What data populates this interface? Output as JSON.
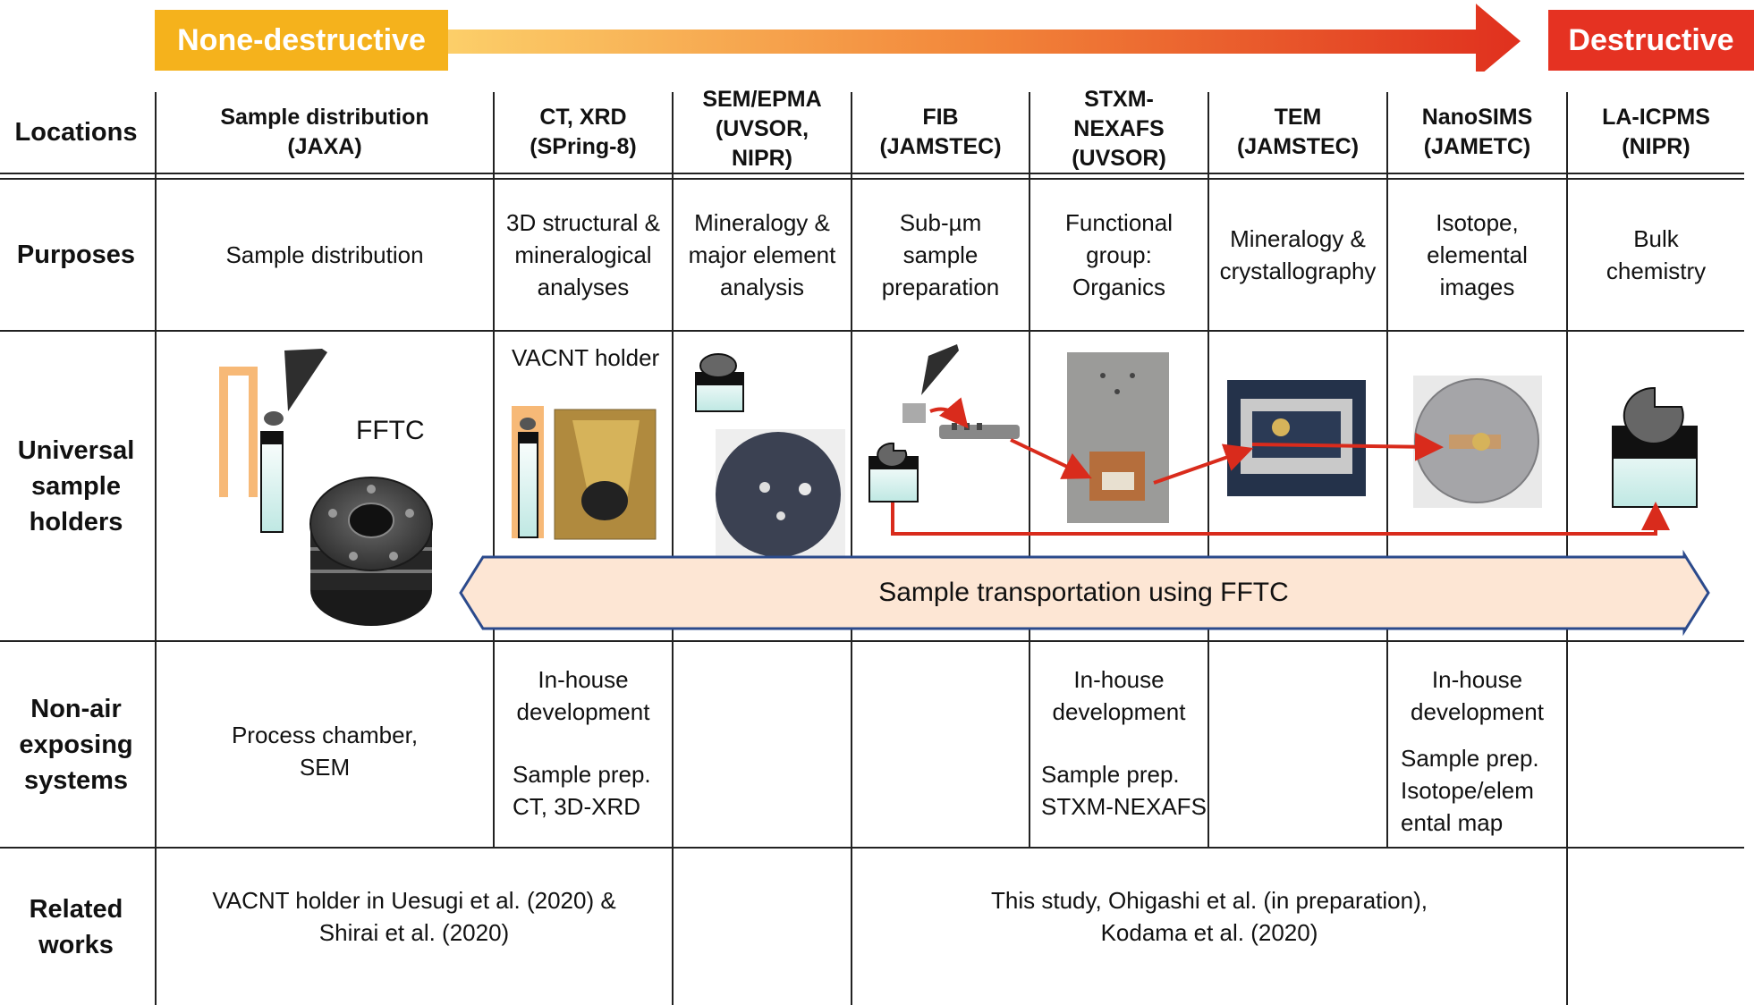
{
  "header": {
    "left_label": "None-destructive",
    "right_label": "Destructive"
  },
  "row_labels": {
    "locations": "Locations",
    "purposes": "Purposes",
    "holders": "Universal\nsample\nholders",
    "nonair": "Non-air\nexposing\nsystems",
    "related": "Related\nworks"
  },
  "locations": [
    "Sample distribution\n(JAXA)",
    "CT, XRD\n(SPring-8)",
    "SEM/EPMA\n(UVSOR,\nNIPR)",
    "FIB\n(JAMSTEC)",
    "STXM-\nNEXAFS\n(UVSOR)",
    "TEM\n(JAMSTEC)",
    "NanoSIMS\n(JAMETC)",
    "LA-ICPMS\n(NIPR)"
  ],
  "purposes": [
    "Sample distribution",
    "3D structural &\nmineralogical\nanalyses",
    "Mineralogy &\nmajor element\nanalysis",
    "Sub-µm\nsample\npreparation",
    "Functional\ngroup:\nOrganics",
    "Mineralogy &\ncrystallography",
    "Isotope,\nelemental\nimages",
    "Bulk\nchemistry"
  ],
  "holders": {
    "fftc_label": "FFTC",
    "vacnt_label": "VACNT holder",
    "transport_label": "Sample transportation using FFTC"
  },
  "nonair": {
    "jaxa": "Process chamber,\nSEM",
    "spring8_top": "In-house\ndevelopment",
    "spring8_bottom": "Sample prep.\nCT, 3D-XRD",
    "uvsor_top": "In-house\ndevelopment",
    "uvsor_bottom": "Sample prep.\nSTXM-NEXAFS",
    "nanosims_top": "In-house\ndevelopment",
    "nanosims_bottom": "Sample prep.\nIsotope/elem\nental map"
  },
  "related": {
    "left": "VACNT holder in Uesugi et al. (2020) &\nShirai et al. (2020)",
    "right": "This study, Ohigashi et al. (in preparation),\nKodama et al. (2020)"
  },
  "colors": {
    "orange": "#f5a623",
    "red": "#e53222",
    "arrow_red": "#d92b1c",
    "transport_fill": "#fde6d4",
    "transport_edge": "#2b4a8c",
    "holder_orange": "#f7b977"
  }
}
